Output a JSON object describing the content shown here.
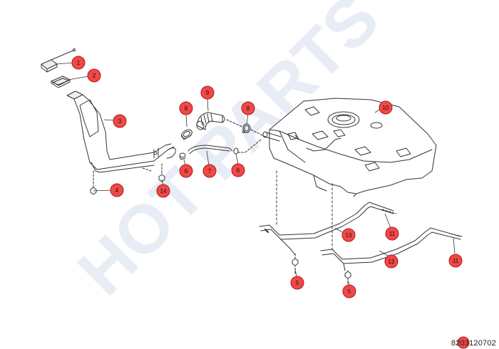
{
  "watermark": "HOT PARTS",
  "reference_code": "8203120702",
  "callouts": [
    {
      "id": "c1",
      "label": "1"
    },
    {
      "id": "c2",
      "label": "2"
    },
    {
      "id": "c3",
      "label": "3"
    },
    {
      "id": "c4",
      "label": "4"
    },
    {
      "id": "c14",
      "label": "14"
    },
    {
      "id": "c8a",
      "label": "8"
    },
    {
      "id": "c9",
      "label": "9"
    },
    {
      "id": "c8b",
      "label": "8"
    },
    {
      "id": "c6a",
      "label": "6"
    },
    {
      "id": "c7",
      "label": "7"
    },
    {
      "id": "c6b",
      "label": "6"
    },
    {
      "id": "c10",
      "label": "10"
    },
    {
      "id": "c13",
      "label": "13"
    },
    {
      "id": "c11a",
      "label": "11"
    },
    {
      "id": "c12",
      "label": "12"
    },
    {
      "id": "c11b",
      "label": "11"
    },
    {
      "id": "c5a",
      "label": "5"
    },
    {
      "id": "c5b",
      "label": "5"
    }
  ],
  "colors": {
    "callout_fill": "#f04848",
    "callout_stroke": "#b01818",
    "line": "#333333",
    "watermark": "#e4e8f4"
  }
}
